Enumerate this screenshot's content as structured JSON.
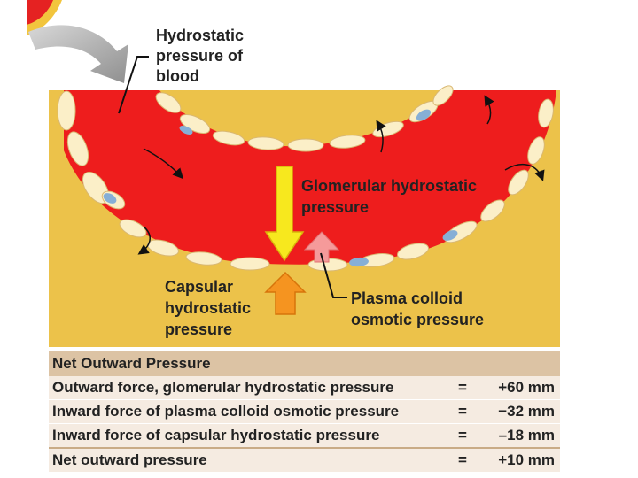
{
  "labels": {
    "hydrostatic_blood": [
      "Hydrostatic",
      "pressure of",
      "blood"
    ],
    "glomerular": [
      "Glomerular hydrostatic",
      "pressure"
    ],
    "capsular": [
      "Capsular",
      "hydrostatic",
      "pressure"
    ],
    "plasma_colloid": [
      "Plasma colloid",
      "osmotic pressure"
    ]
  },
  "colors": {
    "blood": "#ee1d1d",
    "capsule_bg": "#ecc24a",
    "cell_cream": "#fbefc8",
    "nucleus": "#86afd6",
    "arrow_yellow": "#f7e81e",
    "arrow_orange": "#f59420",
    "arrow_pink": "#f59a9a"
  },
  "table": {
    "header": "Net Outward Pressure",
    "rows": [
      {
        "label": "Outward force, glomerular hydrostatic pressure",
        "eq": "=",
        "value": "+60 mm"
      },
      {
        "label": "Inward force of plasma colloid osmotic pressure",
        "eq": "=",
        "value": "−32 mm"
      },
      {
        "label": "Inward force of capsular hydrostatic pressure",
        "eq": "=",
        "value": "–18 mm"
      }
    ],
    "net": {
      "label": "Net outward pressure",
      "eq": "=",
      "value": "+10 mm"
    }
  }
}
